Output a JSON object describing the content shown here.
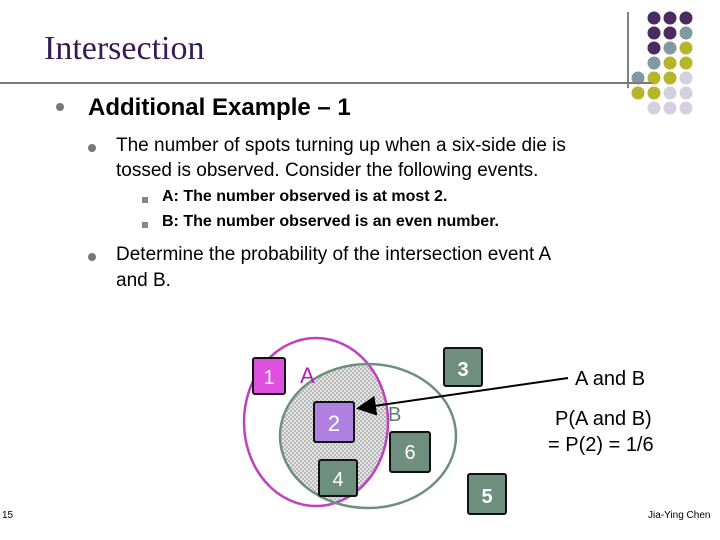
{
  "slide": {
    "title": "Intersection",
    "heading": "Additional Example – 1",
    "paragraph_1_line1": "The number of spots turning up when a six-side die is",
    "paragraph_1_line2": "tossed is observed.  Consider the following events.",
    "event_a": "A:  The number observed is at most 2.",
    "event_b": "B:  The number observed is an even number.",
    "paragraph_2_line1": "Determine the probability of the intersection event A",
    "paragraph_2_line2": "and B.",
    "page_number": "15",
    "author": "Jia-Ying Chen"
  },
  "diagram": {
    "label_a": "A",
    "label_b": "B",
    "n1": "1",
    "n2": "2",
    "n3": "3",
    "n4": "4",
    "n5": "5",
    "n6": "6",
    "arrow_label": "A and B",
    "prob_line1": "P(A and B)",
    "prob_line2": "= P(2) = 1/6"
  },
  "colors": {
    "title": "#3a1a55",
    "purple_dot": "#4b2a60",
    "teal_dot": "#7f9aa0",
    "olive_dot": "#b6b62a",
    "lavender_dot": "#d4d0e0",
    "magenta_number_box": "#e050e0",
    "light_purple_number_box": "#b080e0",
    "circle_a": "#c040c0",
    "circle_b": "#6e8e7e"
  }
}
